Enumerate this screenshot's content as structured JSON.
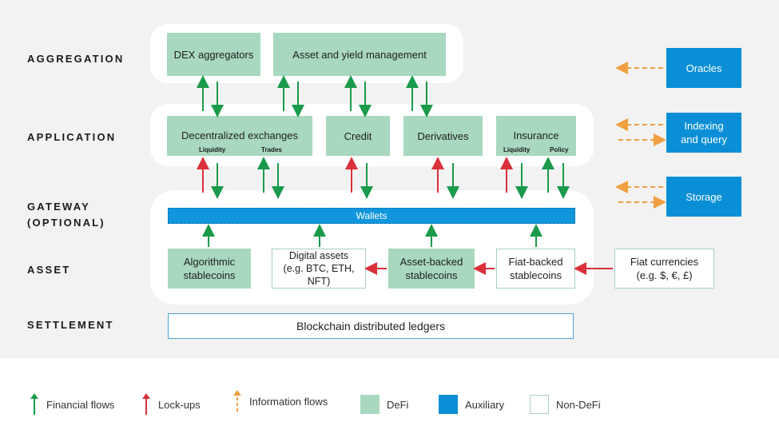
{
  "colors": {
    "defi": "#a8d8bf",
    "auxiliary": "#0a8fd6",
    "financial": "#1a9a4b",
    "lockup": "#d9303a",
    "information": "#f0a040"
  },
  "layers": {
    "aggregation": "AGGREGATION",
    "application": "APPLICATION",
    "gateway_line1": "GATEWAY",
    "gateway_line2": "(OPTIONAL)",
    "asset": "ASSET",
    "settlement": "SETTLEMENT"
  },
  "aggregation": {
    "dex": "DEX aggregators",
    "asset_yield": "Asset and yield management"
  },
  "application": {
    "dex": "Decentralized exchanges",
    "dex_liquidity": "Liquidity",
    "dex_trades": "Trades",
    "credit": "Credit",
    "derivatives": "Derivatives",
    "insurance": "Insurance",
    "ins_liquidity": "Liquidity",
    "ins_policy": "Policy"
  },
  "gateway": {
    "wallets": "Wallets"
  },
  "asset": {
    "algo_l1": "Algorithmic",
    "algo_l2": "stablecoins",
    "digital_l1": "Digital assets",
    "digital_l2": "(e.g. BTC, ETH,",
    "digital_l3": "NFT)",
    "asset_backed_l1": "Asset-backed",
    "asset_backed_l2": "stablecoins",
    "fiat_backed_l1": "Fiat-backed",
    "fiat_backed_l2": "stablecoins",
    "fiat_l1": "Fiat currencies",
    "fiat_l2": "(e.g. $, €, £)"
  },
  "settlement": {
    "ledger": "Blockchain distributed ledgers"
  },
  "auxiliary": {
    "oracles": "Oracles",
    "indexing_l1": "Indexing",
    "indexing_l2": "and query",
    "storage": "Storage"
  },
  "legend": {
    "financial": "Financial flows",
    "lockups": "Lock-ups",
    "information": "Information flows",
    "defi": "DeFi",
    "auxiliary": "Auxiliary",
    "nondefi": "Non-DeFi"
  }
}
